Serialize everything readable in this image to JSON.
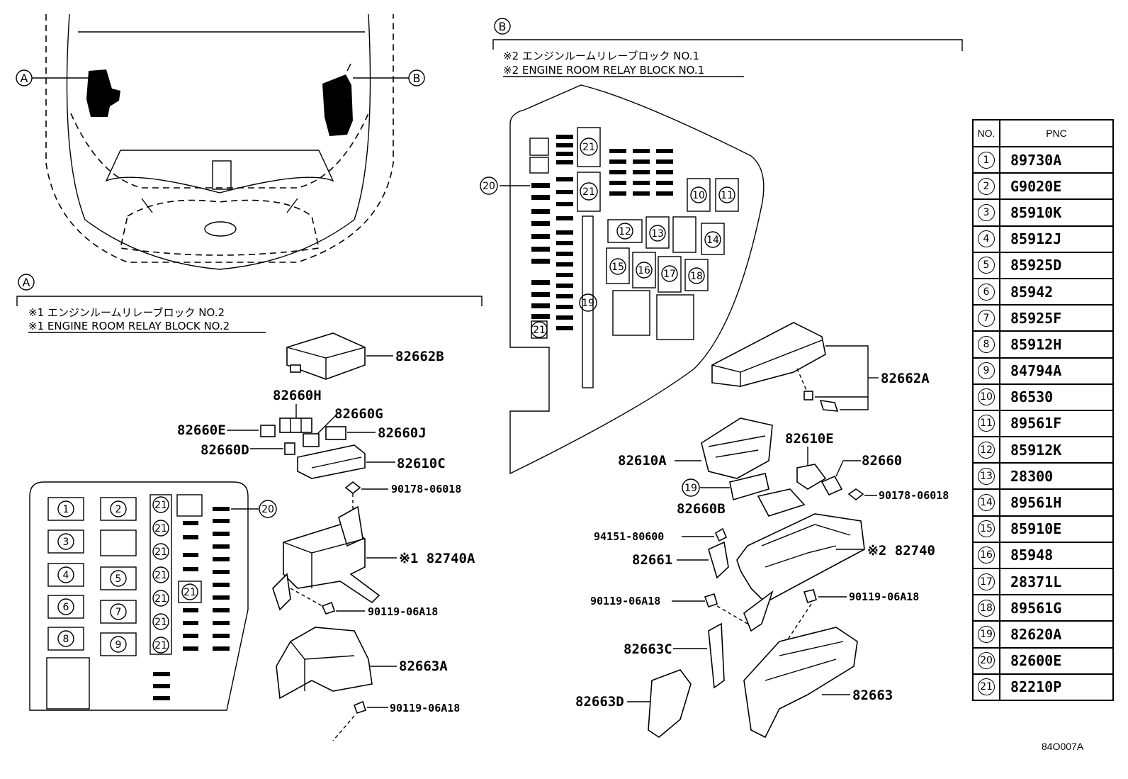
{
  "callout_a": "A",
  "callout_b": "B",
  "section_a": {
    "title_jp": "※1 エンジンルームリレーブロック NO.2",
    "title_en": "※1 ENGINE ROOM RELAY BLOCK NO.2"
  },
  "section_b": {
    "title_jp": "※2 エンジンルームリレーブロック NO.1",
    "title_en": "※2 ENGINE ROOM RELAY BLOCK NO.1"
  },
  "labels_a": {
    "p82662B": "82662B",
    "p82660H": "82660H",
    "p82660G": "82660G",
    "p82660E": "82660E",
    "p82660J": "82660J",
    "p82660D": "82660D",
    "p82610C": "82610C",
    "p90178": "90178-06018",
    "p82740A": "※1 82740A",
    "p90119a": "90119-06A18",
    "p82663A": "82663A",
    "p90119b": "90119-06A18"
  },
  "labels_b": {
    "p82662A": "82662A",
    "p82610E": "82610E",
    "p82610A": "82610A",
    "p82660": "82660",
    "p90178": "90178-06018",
    "p82660B": "82660B",
    "p94151": "94151-80600",
    "p82661": "82661",
    "p82740": "※2 82740",
    "p90119a": "90119-06A18",
    "p90119b": "90119-06A18",
    "p82663C": "82663C",
    "p82663D": "82663D",
    "p82663": "82663"
  },
  "circled": {
    "n1": "1",
    "n2": "2",
    "n3": "3",
    "n4": "4",
    "n5": "5",
    "n6": "6",
    "n7": "7",
    "n8": "8",
    "n9": "9",
    "n10": "10",
    "n11": "11",
    "n12": "12",
    "n13": "13",
    "n14": "14",
    "n15": "15",
    "n16": "16",
    "n17": "17",
    "n18": "18",
    "n19": "19",
    "n20": "20",
    "n21": "21"
  },
  "table": {
    "header_no": "NO.",
    "header_pnc": "PNC",
    "rows": [
      {
        "no": "1",
        "pnc": "89730A"
      },
      {
        "no": "2",
        "pnc": "G9020E"
      },
      {
        "no": "3",
        "pnc": "85910K"
      },
      {
        "no": "4",
        "pnc": "85912J"
      },
      {
        "no": "5",
        "pnc": "85925D"
      },
      {
        "no": "6",
        "pnc": "85942"
      },
      {
        "no": "7",
        "pnc": "85925F"
      },
      {
        "no": "8",
        "pnc": "85912H"
      },
      {
        "no": "9",
        "pnc": "84794A"
      },
      {
        "no": "10",
        "pnc": "86530"
      },
      {
        "no": "11",
        "pnc": "89561F"
      },
      {
        "no": "12",
        "pnc": "85912K"
      },
      {
        "no": "13",
        "pnc": "28300"
      },
      {
        "no": "14",
        "pnc": "89561H"
      },
      {
        "no": "15",
        "pnc": "85910E"
      },
      {
        "no": "16",
        "pnc": "85948"
      },
      {
        "no": "17",
        "pnc": "28371L"
      },
      {
        "no": "18",
        "pnc": "89561G"
      },
      {
        "no": "19",
        "pnc": "82620A"
      },
      {
        "no": "20",
        "pnc": "82600E"
      },
      {
        "no": "21",
        "pnc": "82210P"
      }
    ]
  },
  "diagram_code": "84O007A"
}
